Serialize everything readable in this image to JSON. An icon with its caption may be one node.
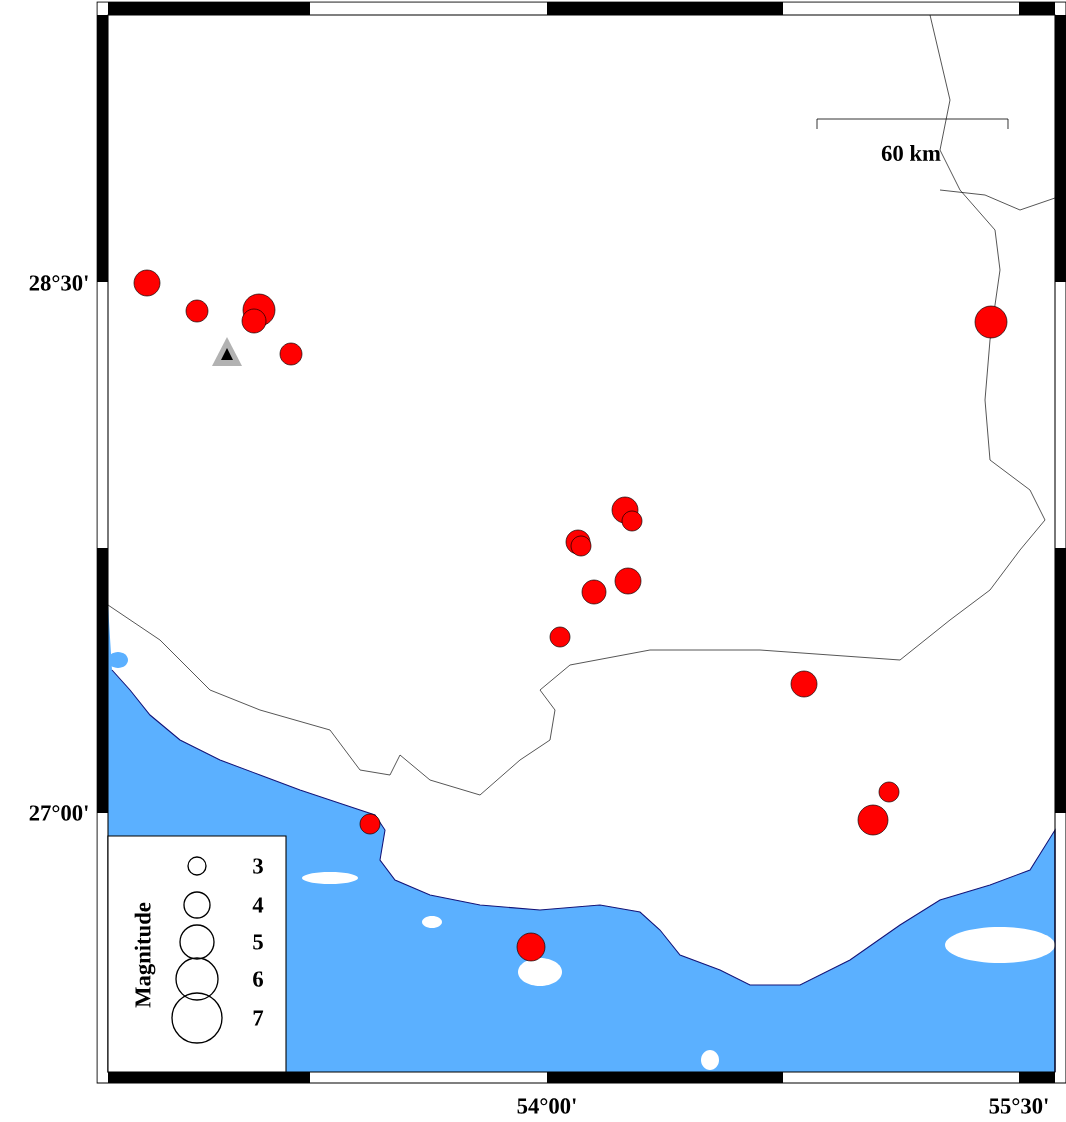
{
  "diagram": {
    "labels": [
      "60 km",
      "28°30'",
      "27°00'",
      "54°00'",
      "55°30'",
      "Magnitude"
    ],
    "legend": [
      {
        "text": "3"
      },
      {
        "text": "4"
      },
      {
        "text": "5"
      },
      {
        "text": "6"
      },
      {
        "text": "7"
      }
    ]
  }
}
